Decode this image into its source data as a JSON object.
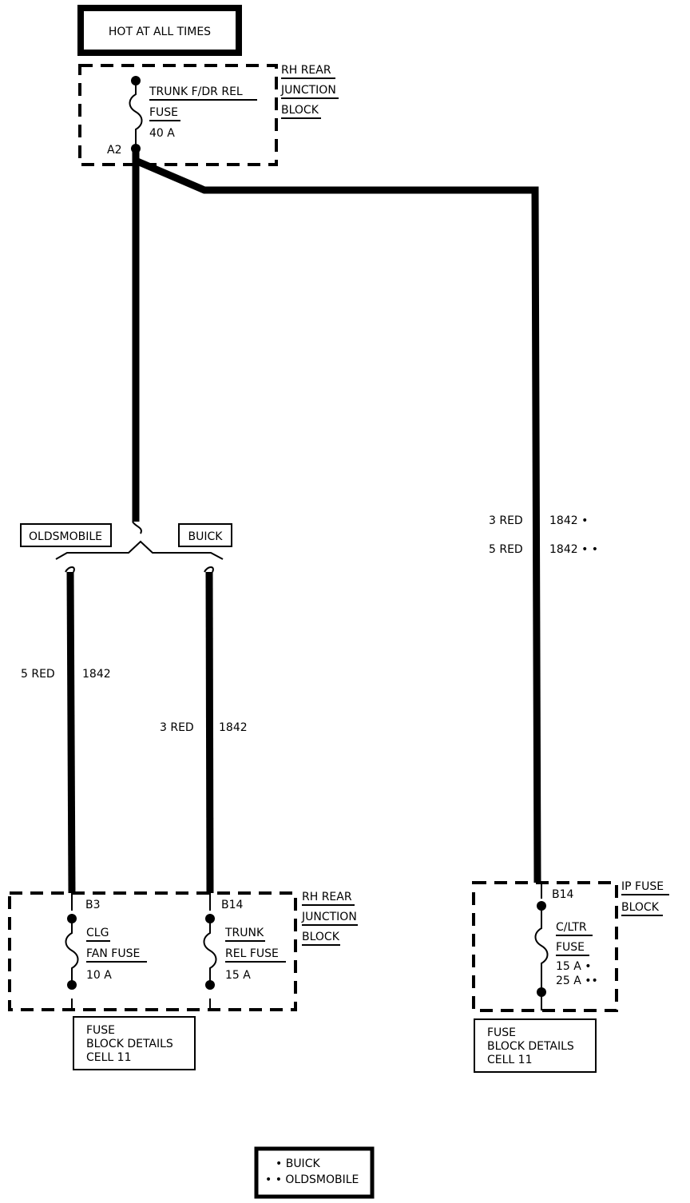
{
  "header": {
    "power_label": "HOT AT ALL TIMES"
  },
  "top_block": {
    "name_lines": [
      "RH REAR",
      "JUNCTION",
      "BLOCK"
    ],
    "fuse_lines": [
      "TRUNK F/DR REL",
      "FUSE",
      "40 A"
    ],
    "terminal": "A2"
  },
  "branch": {
    "left_label": "OLDSMOBILE",
    "right_label": "BUICK"
  },
  "wires": {
    "left": {
      "gauge": "5 RED",
      "circuit": "1842"
    },
    "middle": {
      "gauge": "3 RED",
      "circuit": "1842"
    },
    "right": [
      {
        "gauge": "3 RED",
        "circuit": "1842 •"
      },
      {
        "gauge": "5 RED",
        "circuit": "1842 • •"
      }
    ]
  },
  "bottom_left_block": {
    "name_lines": [
      "RH REAR",
      "JUNCTION",
      "BLOCK"
    ],
    "fuse1": {
      "terminal": "B3",
      "lines": [
        "CLG",
        "FAN FUSE",
        "10 A"
      ]
    },
    "fuse2": {
      "terminal": "B14",
      "lines": [
        "TRUNK",
        "REL FUSE",
        "15 A"
      ]
    },
    "details_lines": [
      "FUSE",
      "BLOCK DETAILS",
      "CELL 11"
    ]
  },
  "bottom_right_block": {
    "name_lines": [
      "IP FUSE",
      "BLOCK"
    ],
    "fuse": {
      "terminal": "B14",
      "lines": [
        "C/LTR",
        "FUSE",
        "15 A •",
        "25 A ••"
      ]
    },
    "details_lines": [
      "FUSE",
      "BLOCK DETAILS",
      "CELL 11"
    ]
  },
  "legend": {
    "lines": [
      "• BUICK",
      "• • OLDSMOBILE"
    ]
  }
}
